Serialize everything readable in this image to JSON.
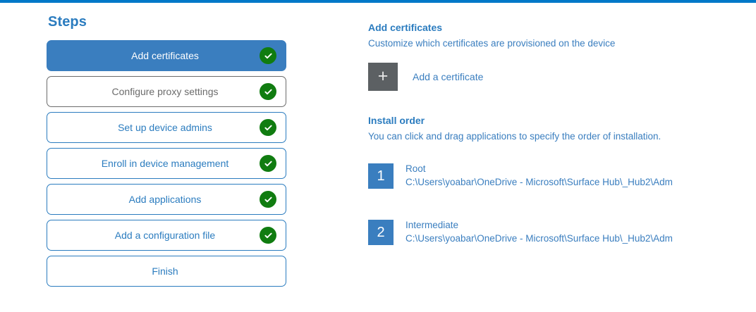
{
  "accent_color": "#0078c8",
  "steps_pane": {
    "title": "Steps",
    "items": [
      {
        "label": "Add certificates",
        "state": "active",
        "completed": true
      },
      {
        "label": "Configure proxy settings",
        "state": "muted",
        "completed": true
      },
      {
        "label": "Set up device admins",
        "state": "default",
        "completed": true
      },
      {
        "label": "Enroll in device management",
        "state": "default",
        "completed": true
      },
      {
        "label": "Add applications",
        "state": "default",
        "completed": true
      },
      {
        "label": "Add a configuration file",
        "state": "default",
        "completed": true
      },
      {
        "label": "Finish",
        "state": "default",
        "completed": false
      }
    ]
  },
  "detail_pane": {
    "heading": "Add certificates",
    "subheading": "Customize which certificates are provisioned on the device",
    "add_certificate": {
      "icon": "plus-icon",
      "glyph": "+",
      "label": "Add a certificate"
    },
    "install_order": {
      "heading": "Install order",
      "subheading": "You can click and drag applications to specify the order of installation.",
      "items": [
        {
          "order": "1",
          "name": "Root",
          "path": "C:\\Users\\yoabar\\OneDrive - Microsoft\\Surface Hub\\_Hub2\\Adm"
        },
        {
          "order": "2",
          "name": "Intermediate",
          "path": "C:\\Users\\yoabar\\OneDrive - Microsoft\\Surface Hub\\_Hub2\\Adm"
        }
      ]
    }
  }
}
